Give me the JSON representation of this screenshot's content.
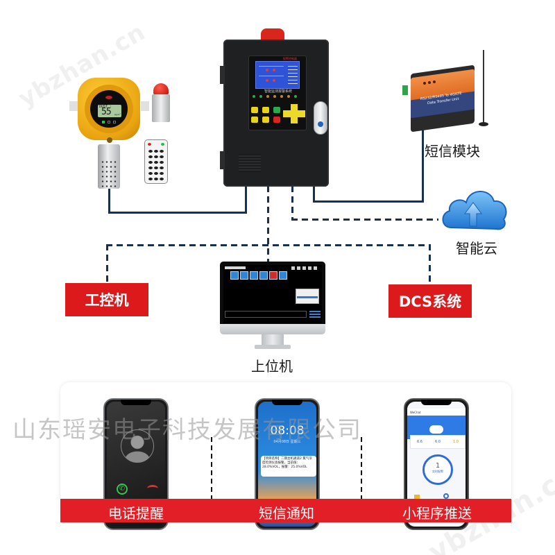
{
  "watermark": {
    "url_text": "ybzhan.cn",
    "company_text": "山东瑶安电子科技发展有限公司"
  },
  "controller": {
    "lcd_title": "智能监测报警系统",
    "brand_tag": "报警控制器"
  },
  "gas_detector": {
    "display_label": "DUST :",
    "display_value": "55",
    "display_unit": "μg/m³"
  },
  "sms_module": {
    "device_text": "RS232/RS485 To 4G/LTE",
    "device_subtext": "Data Transfer Unit",
    "label": "短信模块"
  },
  "cloud": {
    "label": "智能云"
  },
  "nodes": {
    "industrial_pc": "工控机",
    "dcs_system": "DCS系统",
    "host_computer": "上位机"
  },
  "notifications": [
    {
      "label": "电话提醒",
      "icon": "phone-call-icon"
    },
    {
      "label": "短信通知",
      "icon": "sms-icon",
      "clock": "08:08",
      "date": "04月08日 星期三",
      "message": "【项目名称】二期主机通道2 氯气浓度检测仪高报警，当前值：28.0%VOL，报警：25.0%VOL"
    },
    {
      "label": "小程序推送",
      "icon": "mini-program-icon",
      "app_header": "WeChat",
      "alarm_count": "1",
      "alarm_caption": "实时报警",
      "stats": [
        "6.6",
        "6.0",
        "1.0"
      ]
    }
  ],
  "colors": {
    "line": "#17304f",
    "red_label": "#dc1a1c",
    "band": "#e21f26"
  }
}
